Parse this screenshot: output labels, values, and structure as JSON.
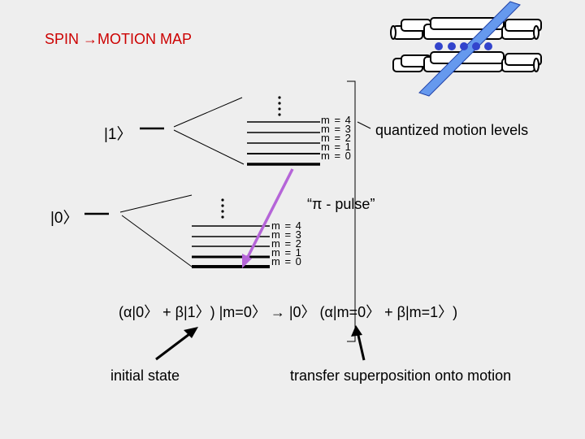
{
  "title": "SPIN →MOTION MAP",
  "states": {
    "upper": "|1〉",
    "lower": "|0〉"
  },
  "motion_levels_upper": [
    "m = 4",
    "m = 3",
    "m = 2",
    "m = 1",
    "m = 0"
  ],
  "motion_levels_lower": [
    "m = 4",
    "m = 3",
    "m = 2",
    "m = 1",
    "m = 0"
  ],
  "quantized_label": "quantized motion levels",
  "pulse_label": "“π - pulse”",
  "equation": "(α|0〉 + β|1〉) |m=0〉  → |0〉 (α|m=0〉 + β|m=1〉)",
  "initial_label": "initial state",
  "transfer_label": "transfer superposition onto motion",
  "colors": {
    "title": "#cc0000",
    "pulse_arrow": "#b565d8",
    "laser": "#6699ee",
    "ions": "#3344cc"
  }
}
